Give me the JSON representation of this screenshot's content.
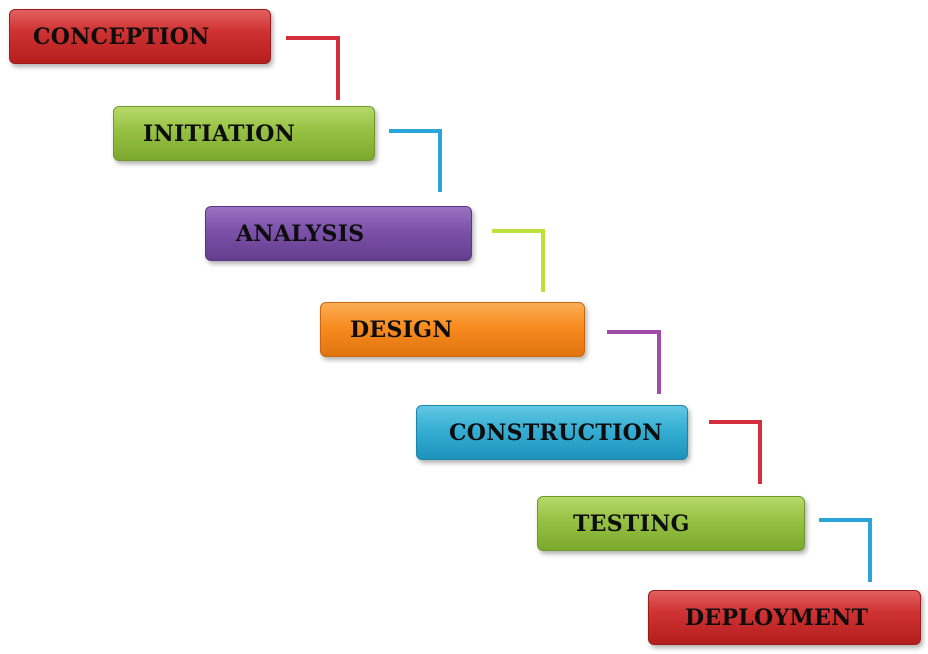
{
  "diagram": {
    "steps": [
      {
        "label": "CONCEPTION",
        "color": "#cf3232"
      },
      {
        "label": "INITIATION",
        "color": "#96c143"
      },
      {
        "label": "ANALYSIS",
        "color": "#7c51a9"
      },
      {
        "label": "DESIGN",
        "color": "#f88c1f"
      },
      {
        "label": "CONSTRUCTION",
        "color": "#35aed3"
      },
      {
        "label": "TESTING",
        "color": "#96c143"
      },
      {
        "label": "DEPLOYMENT",
        "color": "#cf3232"
      }
    ],
    "connector_colors": [
      "#d32f3a",
      "#2aa4d9",
      "#bde13c",
      "#a14ca8",
      "#d32f3a",
      "#2aa4d9"
    ]
  }
}
